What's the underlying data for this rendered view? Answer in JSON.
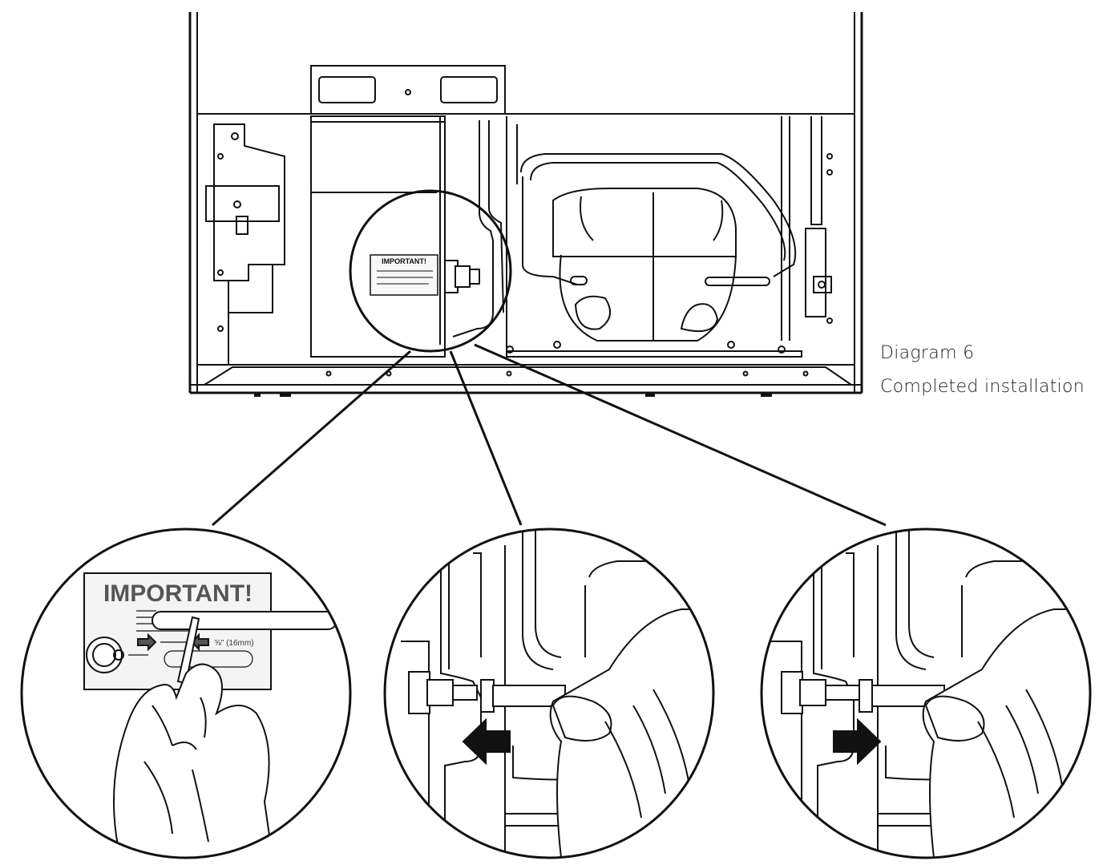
{
  "caption": {
    "title": "Diagram 6",
    "subtitle": "Completed installation"
  },
  "label": {
    "heading": "IMPORTANT!",
    "measurement": "⅝\" (16mm)"
  },
  "colors": {
    "ink": "#111111",
    "paper": "#ffffff",
    "label_fill": "#f4f4f4"
  }
}
